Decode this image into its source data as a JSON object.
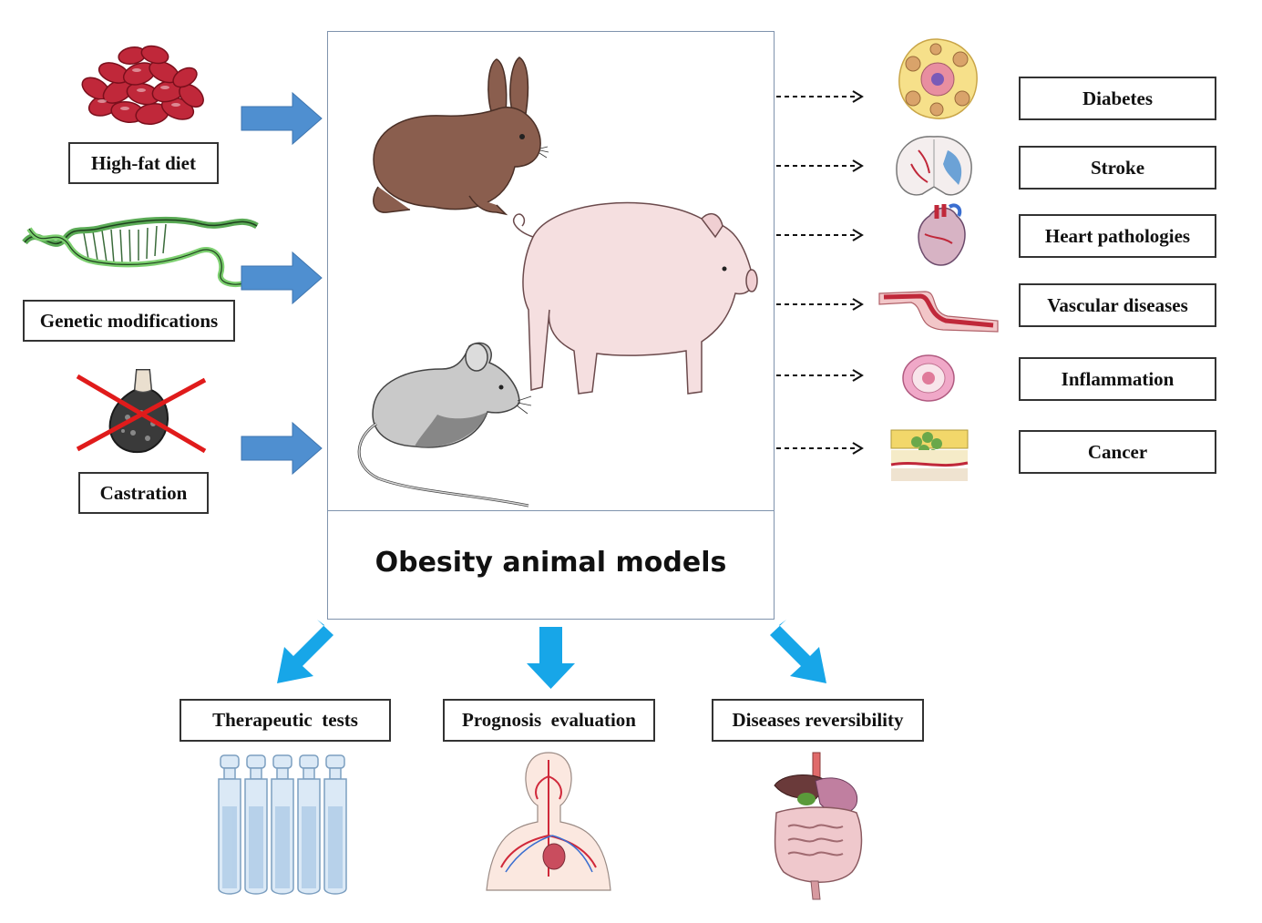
{
  "inputs": [
    {
      "id": "high-fat-diet",
      "label": "High-fat diet"
    },
    {
      "id": "genetic-modifications",
      "label": "Genetic modifications"
    },
    {
      "id": "castration",
      "label": "Castration"
    }
  ],
  "center": {
    "title": "Obesity animal models"
  },
  "outcomes": [
    {
      "id": "diabetes",
      "label": "Diabetes"
    },
    {
      "id": "stroke",
      "label": "Stroke"
    },
    {
      "id": "heart-pathologies",
      "label": "Heart pathologies"
    },
    {
      "id": "vascular-diseases",
      "label": "Vascular diseases"
    },
    {
      "id": "inflammation",
      "label": "Inflammation"
    },
    {
      "id": "cancer",
      "label": "Cancer"
    }
  ],
  "applications": [
    {
      "id": "therapeutic-tests",
      "label": "Therapeutic  tests"
    },
    {
      "id": "prognosis-evaluation",
      "label": "Prognosis  evaluation"
    },
    {
      "id": "diseases-reversibility",
      "label": "Diseases reversibility"
    }
  ],
  "colors": {
    "arrow_blue": "#4f8fd0",
    "arrow_cyan": "#17a6e8",
    "cross_red": "#e01b1b",
    "box_border": "#7f93ad"
  }
}
